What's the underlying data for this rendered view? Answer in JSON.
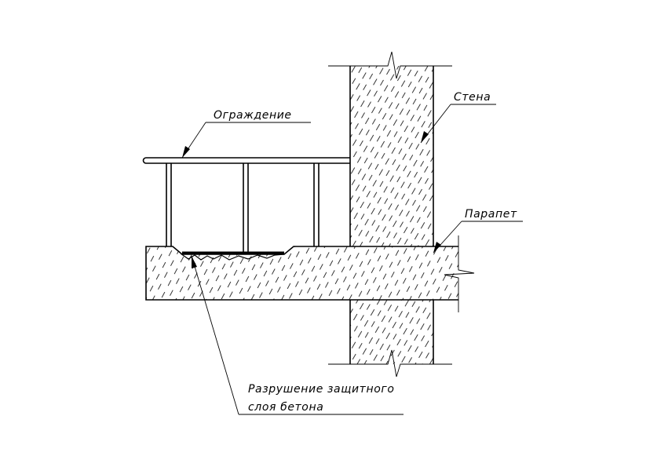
{
  "labels": {
    "railing": "Ограждение",
    "wall": "Стена",
    "parapet": "Парапет",
    "damage_line1": "Разрушение защитного",
    "damage_line2": "слоя бетона"
  },
  "colors": {
    "ink": "#000000",
    "paper": "#ffffff"
  }
}
